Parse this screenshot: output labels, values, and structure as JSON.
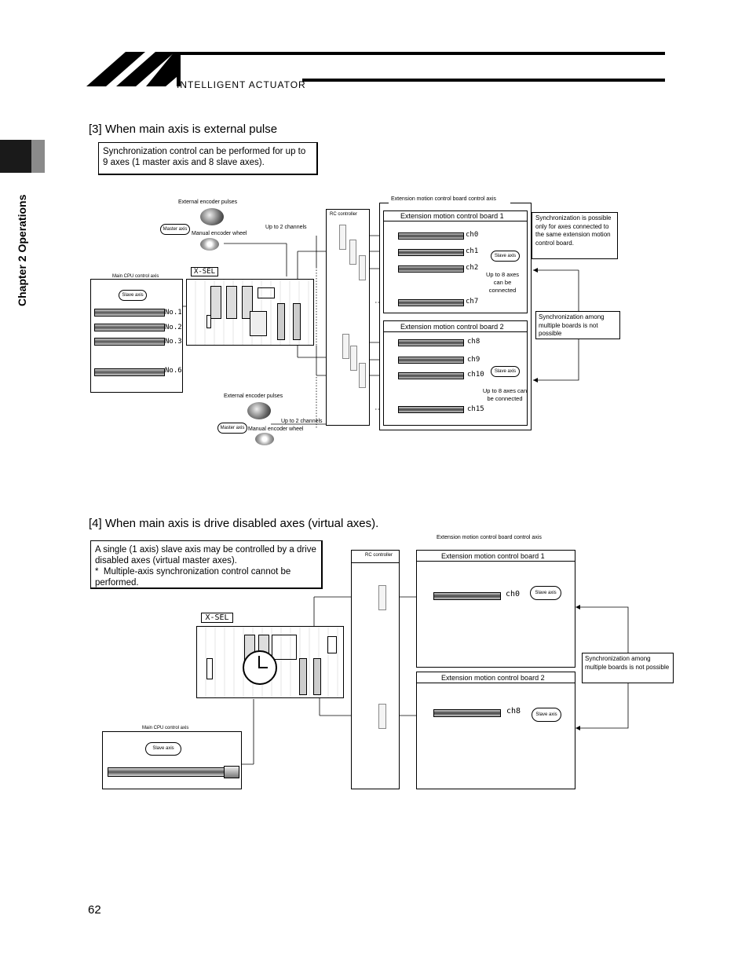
{
  "header": {
    "brand": "INTELLIGENT ACTUATOR",
    "chapter_tab": "Chapter 2 Operations"
  },
  "section3": {
    "heading": "[3] When main axis is external pulse",
    "note": "Synchronization control can be performed for up to 9 axes (1 master axis and 8 slave axes).",
    "ext_encoder_top": "External encoder pulses",
    "master_axis_top": "Master axis",
    "manual_wheel_top": "Manual encoder wheel",
    "up_to_2_top": "Up to 2 channels",
    "main_cpu_axis": "Main CPU control axis",
    "slave_axis": "Slave axis",
    "xsel": "X-SEL",
    "axes_left": [
      "No.1",
      "No.2",
      "No.3",
      "No.6"
    ],
    "rc_controller": "RC controller",
    "ext_board_axis": "Extension motion control board control axis",
    "board1_title": "Extension motion control board 1",
    "board2_title": "Extension motion control board 2",
    "board1_channels": [
      "ch0",
      "ch1",
      "ch2",
      "ch7"
    ],
    "board2_channels": [
      "ch8",
      "ch9",
      "ch10",
      "ch15"
    ],
    "slave_axis_b1": "Slave axis",
    "slave_axis_b2": "Slave axis",
    "up_to_8_b1": "Up to 8 axes can be connected",
    "up_to_8_b2": "Up to 8 axes can be connected",
    "sync_same_board": "Synchronization is possible only for axes connected to the same extension motion control board.",
    "sync_multi_not": "Synchronization among multiple boards is not possible",
    "ext_encoder_bottom": "External encoder pulses",
    "master_axis_bottom": "Master axis",
    "manual_wheel_bottom": "Manual encoder wheel",
    "up_to_2_bottom": "Up to 2 channels"
  },
  "section4": {
    "heading": "[4] When main axis is drive disabled axes (virtual axes).",
    "note": "A single (1 axis) slave axis may be controlled by a drive disabled axes (virtual master axes).\n*  Multiple-axis synchronization control cannot be performed.",
    "xsel": "X-SEL",
    "rc_controller": "RC controller",
    "ext_board_axis": "Extension motion control board control axis",
    "board1_title": "Extension motion control board 1",
    "board2_title": "Extension motion control board 2",
    "ch_b1": "ch0",
    "ch_b2": "ch8",
    "slave_axis_b1": "Slave axis",
    "slave_axis_b2": "Slave axis",
    "sync_multi_not": "Synchronization among multiple boards is not possible",
    "main_cpu_axis": "Main CPU control axis",
    "slave_axis_cpu": "Slave axis"
  },
  "footer": {
    "page_number": "62"
  }
}
